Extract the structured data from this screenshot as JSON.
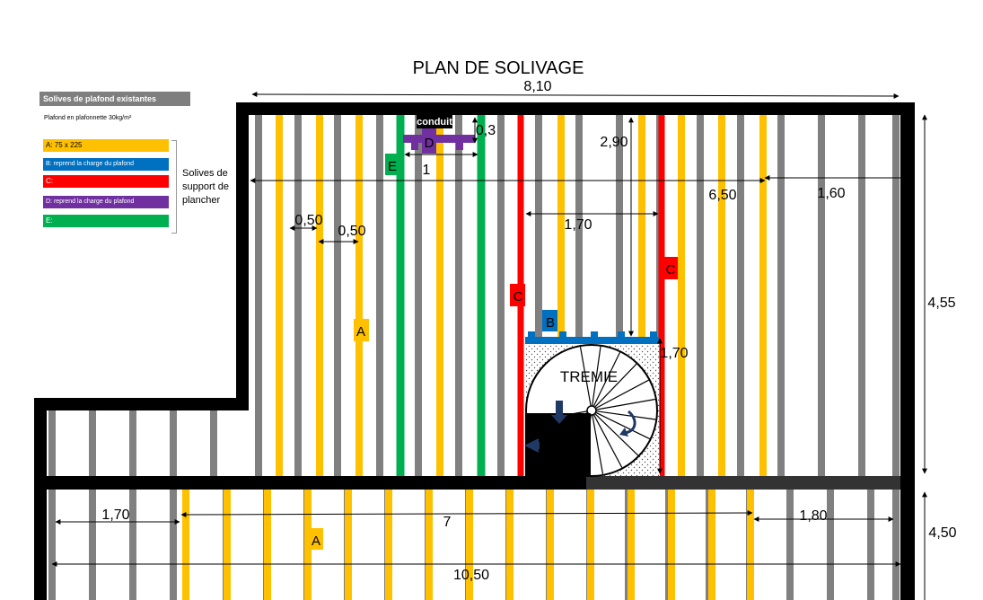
{
  "title": "PLAN DE SOLIVAGE",
  "colors": {
    "wall": "#000000",
    "existing": "#808080",
    "A": "#ffc000",
    "B": "#0070c0",
    "C": "#ff0000",
    "D": "#7030a0",
    "E": "#00b050"
  },
  "legend": {
    "header": "Solives de plafond existantes",
    "note": "Plafond en plafonnette 30kg/m²",
    "items": [
      {
        "key": "A",
        "label": "A: 75 x 225"
      },
      {
        "key": "B",
        "label": "B: reprend la charge du plafond"
      },
      {
        "key": "C",
        "label": "C:"
      },
      {
        "key": "D",
        "label": "D: reprend la charge du plafond"
      },
      {
        "key": "E",
        "label": "E:"
      }
    ],
    "support_label": "Solives de support de plancher"
  },
  "dimensions": {
    "top_width": "8,10",
    "dist_650": "6,50",
    "dist_160": "1,60",
    "spacing_1": "0,50",
    "spacing_2": "0,50",
    "d_width": "1",
    "d_offset": "0,3",
    "v_290": "2,90",
    "h_170": "1,70",
    "v_170": "1,70",
    "right_455": "4,55",
    "right_450": "4,50",
    "bottom_170": "1,70",
    "bottom_7": "7",
    "bottom_180": "1,80",
    "bottom_1050": "10,50"
  },
  "labels": {
    "A_upper": "A",
    "A_lower": "A",
    "B": "B",
    "C_left": "C",
    "C_right": "C",
    "D": "D",
    "E": "E",
    "conduit": "conduit",
    "tremie": "TREMIE"
  }
}
